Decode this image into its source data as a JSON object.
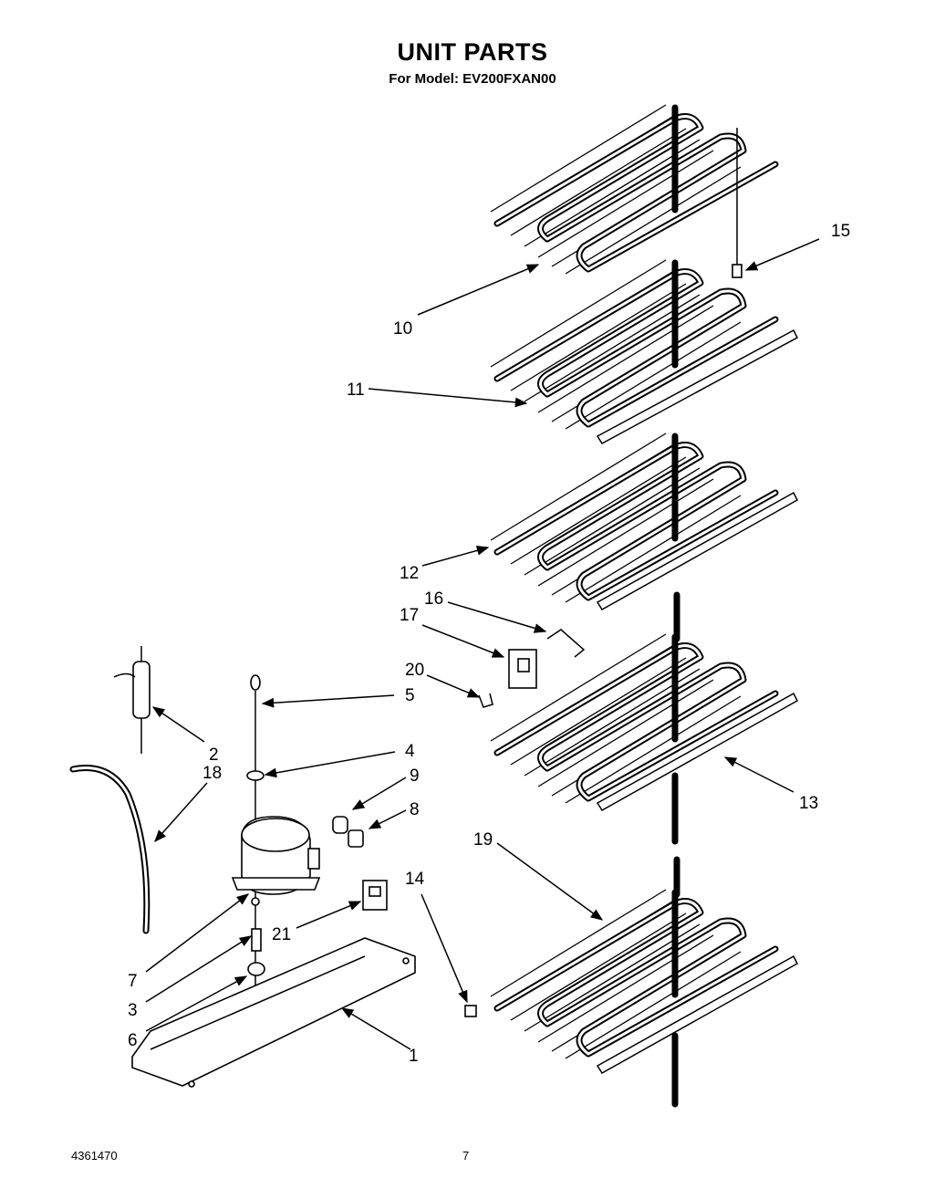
{
  "header": {
    "title": "UNIT PARTS",
    "subtitle": "For Model: EV200FXAN00"
  },
  "footer": {
    "doc_number": "4361470",
    "page_number": "7"
  },
  "callouts": {
    "c1": "1",
    "c2": "2",
    "c3": "3",
    "c4": "4",
    "c5": "5",
    "c6": "6",
    "c7": "7",
    "c8": "8",
    "c9": "9",
    "c10": "10",
    "c11": "11",
    "c12": "12",
    "c13": "13",
    "c14": "14",
    "c15": "15",
    "c16": "16",
    "c17": "17",
    "c18": "18",
    "c19": "19",
    "c20": "20",
    "c21": "21"
  }
}
